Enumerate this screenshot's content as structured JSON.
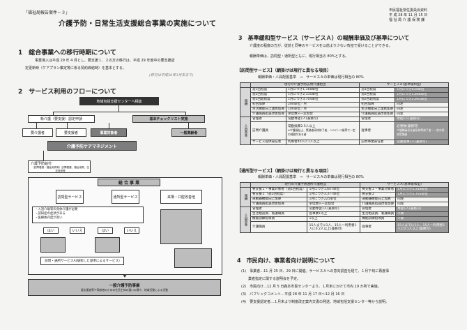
{
  "header": {
    "report_tag": "「福祉局報告案件－３」",
    "title": "介護予防・日常生活支援総合事業の実施について",
    "meta": [
      "市民福祉常任委員会資料",
      "平 成 28 年 11 月 15 日",
      "福 祉 局 介 護 保 険 課"
    ]
  },
  "sec1": {
    "heading": "1　総合事業への移行時期について",
    "body1": "事業導入は平成 29 年 4 月とし、要支援１、２の方の移行は、平成 29 年度中の要支援認",
    "body2": "定更新時（ケアプラン策定等に係る契約締結時）を基本とする。",
    "handnote": "(移行は平成30年3月末まで)"
  },
  "sec2": {
    "heading": "2　サービス利用のフローについて",
    "center": "地域包括支援センターへ相談",
    "tiers": [
      "新介護（要支援）認定申請",
      "基本チェックリスト実施"
    ],
    "persons": [
      "要介護者",
      "要支援者",
      "事業対象者",
      "一般高齢者"
    ],
    "care_mgmt": "介護予防ケアマネジメント",
    "plan_note": "介護予防給付",
    "plan_sub": "（訪問看護・福祉用具等）訪問看護、福祉用具、住宅改修等",
    "sogo": "総 合 事 業",
    "svc_cols": [
      "訪問型サービス",
      "通所型サービス",
      "来場・口腔改善他"
    ],
    "svc_note_a": "・入浴介助等の身体介護が必要",
    "svc_note_b": "・認知症の症状がある",
    "svc_note_c": "・医療依存度が高い",
    "yes": "はい",
    "no": "いいえ",
    "bottom_mid": "訪問・通所サービスA(緩和した基準によるサービス)",
    "general": "一般介護予防事業",
    "general_sub": "要支援者等や高齢者のための住民主体の通いの場や、地域活動による活動"
  },
  "sec3": {
    "heading": "3　基準緩和型サービス（サービスＡ）の報酬単価及び基準について",
    "intro1": "介護度の程度の方が、従前と同等のサービスを以前より少ない負担で受けることができる。",
    "intro2": "報酬単価は、訪問型・通所型ともに、現行相当の 80%とする。",
    "visit_title": "【訪問型サービス】（網掛けは現行と異なる項目）",
    "visit_rate": "報酬単価・人員配置基準　⇒　サービスＡの単価は現行相当の 80%",
    "visit_head_cur": "現行の介護予防訪問介護相当",
    "visit_head_a": "サービスＡ(基準緩和型)",
    "visit_fee_label": "報酬",
    "visit_fees": [
      [
        "週1回程度",
        "1月につき1,168単位",
        "週1回程度",
        "1月につき934単位"
      ],
      [
        "週2回程度",
        "1月につき2,335単位",
        "週2回程度",
        "1月につき1,868単位"
      ],
      [
        "週2回超程度",
        "1月につき3,704単位",
        "週2回超程度",
        "1月につき2,963単位"
      ],
      [
        "初回加算",
        "200単位／月",
        "初回加算",
        "同左"
      ],
      [
        "生活機能向上連携加算",
        "100単位／月",
        "生活機能向上連携加算",
        "同左"
      ],
      [
        "介護職員処遇改善加算",
        "単位数×一定割合",
        "介護職員処遇改善加算",
        "同左"
      ]
    ],
    "visit_staff_label": "人員基準",
    "visit_staff": [
      [
        "管理者",
        "常勤専従1人(兼務可)",
        "管理者",
        "専従1人(兼務可)"
      ],
      [
        "訪問介護員",
        "常勤換算2.5人以上",
        "従事者",
        "必要数(兼務可)"
      ],
      [
        "サービス提供責任者",
        "利用者40人に1人以上",
        "訪問事業責任者",
        "常勤従事1人(兼務可)"
      ]
    ],
    "visit_staff_note1": "※介護福祉士、実務者研修修了者、ヘルパー2級等で一定の経験がある者",
    "visit_staff_note2": "介護職員初任者研修等修了者・一定の研修受講者",
    "visit_staff_note3": "訪問事業責任者",
    "day_title": "【通所型サービス】（網掛けは現行と異なる項目）",
    "day_rate": "報酬単価・人員配置基準　⇒　サービスＡの単価は現行相当の 80%",
    "day_head_cur": "現行の介護予防通所介護相当",
    "day_head_a": "サービスＡ(基準緩和型)",
    "day_fee_label": "報酬",
    "day_fees": [
      [
        "要支援１・事業対象者（週1回程度）",
        "1月につき1,647単位",
        "要支援１・事業対象者",
        "1月につき1,318単位"
      ],
      [
        "要支援２（週2回程度）",
        "1月につき3,377単位",
        "要支援２",
        "1月につき2,702単位"
      ],
      [
        "運動器機能向上加算",
        "1月につき225単位",
        "運動器機能向上加算",
        "同左"
      ],
      [
        "介護職員処遇改善加算",
        "単位数×一定割合",
        "介護職員処遇改善加算",
        "同左"
      ]
    ],
    "day_staff_label": "人員基準",
    "day_staff": [
      [
        "管理者",
        "常勤専従1人(兼務可)",
        "管理者",
        "専従1人(兼務可)"
      ],
      [
        "生活相談員、看護職員",
        "各事業1以上",
        "生活相談員、看護職員",
        "不要"
      ],
      [
        "機能訓練指導員",
        "1以上",
        "機能訓練指導員",
        "不要"
      ],
      [
        "介護職員",
        "15人までに1人、15人～利用者1人に0.2人以上(兼務可)",
        "従事者",
        "15人までに1人、15人～利用者1人に0.1人以上(兼務可)"
      ]
    ]
  },
  "sec4": {
    "heading": "4　市民向け、事業者向け説明について",
    "items": [
      "(1)　事業者…11 月 25 日、29 日に開催。サービスＡへの意向調査を経て、１月下旬に再度事",
      "　　業者指定に関する説明会を予定。",
      "(2)　市民向け…12 月 5 日森本市民センターより、１月末にかけて市内 19 か所で実施。",
      "(3)　パブリックコメント…平成 28 年 11 月 17 日～12 月 16 日",
      "(4)　要支援認定者…１月末より制度改正案内文書の発送、地域包括支援センター等から説明。"
    ]
  }
}
